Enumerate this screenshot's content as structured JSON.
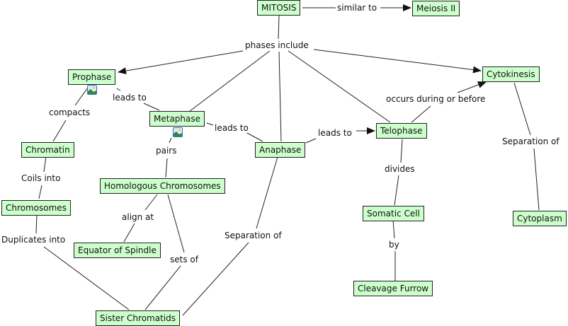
{
  "title": "MITOSIS",
  "colors": {
    "node_fill": "#ccffcc",
    "node_border": "#222222",
    "line": "#222222",
    "icon_border": "#3a6fc9"
  },
  "concepts": {
    "mitosis": "MITOSIS",
    "meiosis2": "Meiosis II",
    "prophase": "Prophase",
    "metaphase": "Metaphase",
    "anaphase": "Anaphase",
    "telophase": "Telophase",
    "cytokinesis": "Cytokinesis",
    "chromatin": "Chromatin",
    "chromosomes": "Chromosomes",
    "homologous": "Homologous Chromosomes",
    "equator": "Equator of Spindle",
    "sister": "Sister Chromatids",
    "somatic": "Somatic Cell",
    "cleavage": "Cleavage Furrow",
    "cytoplasm": "Cytoplasm"
  },
  "linking_phrases": {
    "similar_to": "similar to",
    "phases_include": "phases include",
    "leads_to_1": "leads to",
    "leads_to_2": "leads to",
    "leads_to_3": "leads to",
    "compacts": "compacts",
    "coils_into": "Coils into",
    "duplicates_into": "Duplicates into",
    "pairs": "pairs",
    "align_at": "align at",
    "sets_of": "sets of",
    "separation_of_1": "Separation of",
    "separation_of_2": "Separation of",
    "occurs": "occurs during or before",
    "divides": "divides",
    "by": "by"
  },
  "attachments": {
    "prophase_image": "image-attachment-icon",
    "metaphase_image": "image-attachment-icon"
  }
}
